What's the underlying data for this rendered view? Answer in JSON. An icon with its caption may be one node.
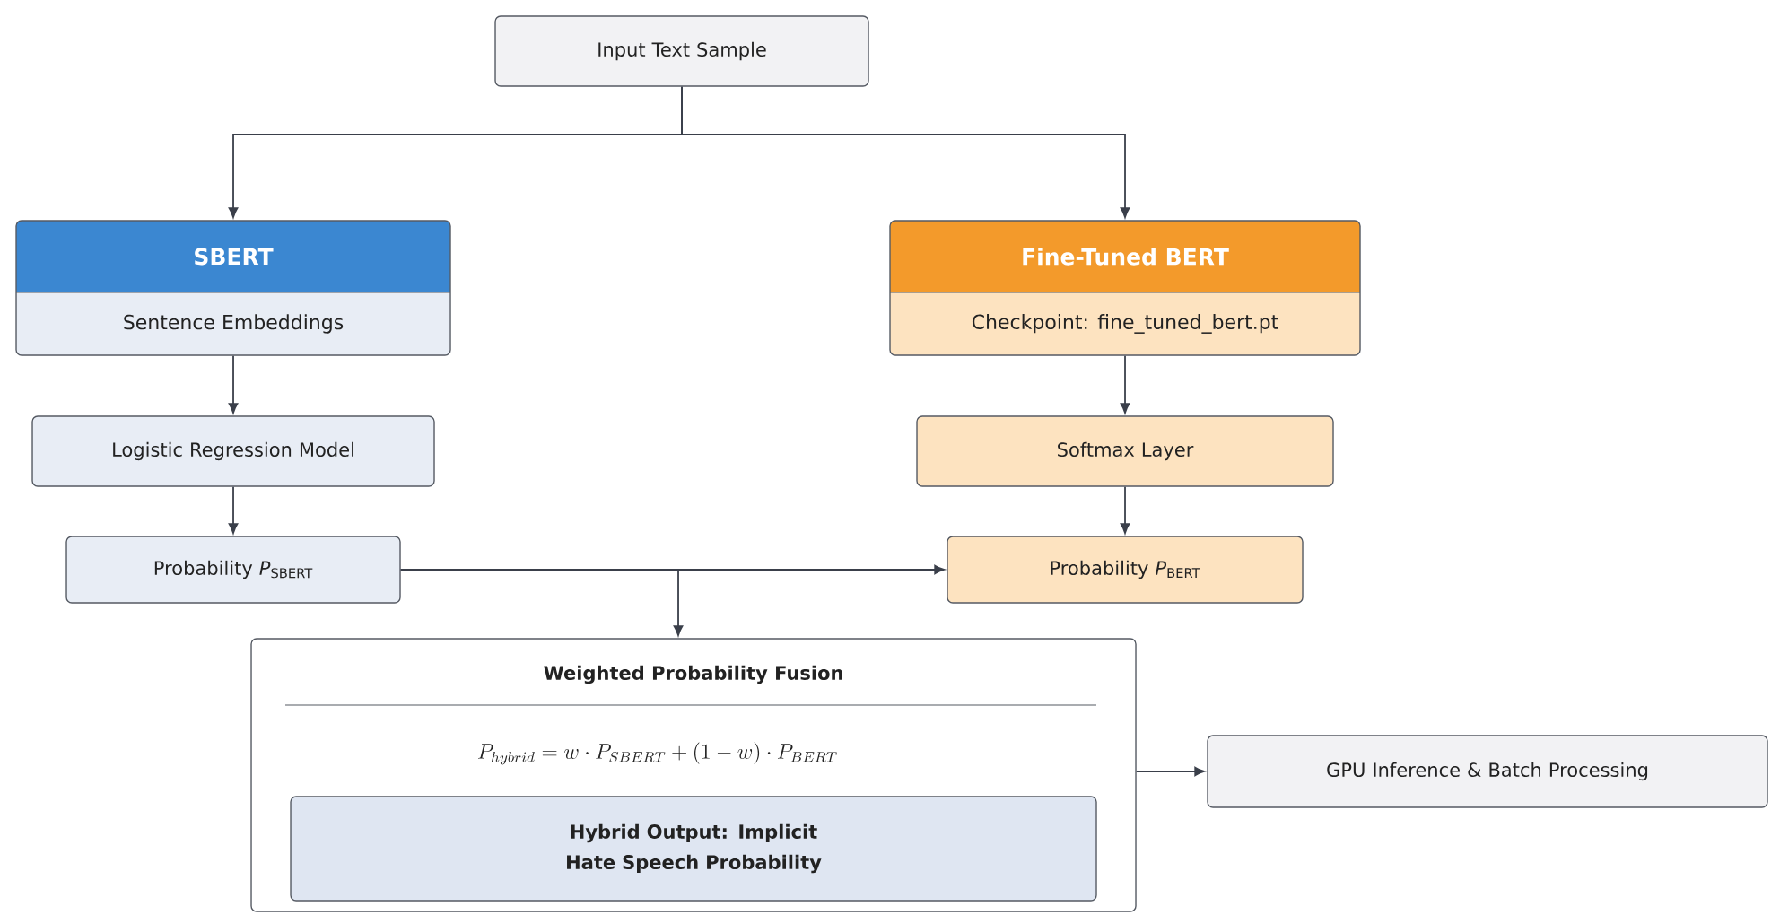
{
  "diagram": {
    "nodes": [
      {
        "text": [
          "Input Text Sample"
        ]
      },
      {
        "text": [
          "SBERT",
          "Sentence Embeddings"
        ]
      },
      {
        "text": [
          "Fine-Tuned BERT",
          "Checkpoint: fine_tuned_bert.pt"
        ]
      },
      {
        "text": [
          "Logistic Regression Model"
        ]
      },
      {
        "text": [
          "Probability *P*$_{SBERT}$"
        ]
      },
      {
        "text": [
          "Softmax Layer"
        ]
      },
      {
        "text": [
          "Probability *P*$_{BERT}$"
        ]
      },
      {
        "text": [
          "Weighted Probability Fusion",
          "P_{hybrid} = w \\cdot P_{SBERT} + (1 - w) \\cdot P_{BERT}"
        ]
      },
      {
        "text": [
          "Hybrid Output: Implicit Hate Speech Probability"
        ],
        "in": 7
      },
      {
        "text": [
          "GPU Inference & Batch Processing"
        ]
      }
    ],
    "edges": [
      {
        "from": 0,
        "to": 1,
        "arrow": "to"
      },
      {
        "from": 0,
        "to": 2,
        "arrow": "to"
      },
      {
        "from": 1,
        "to": 3,
        "arrow": "to"
      },
      {
        "from": 3,
        "to": 4,
        "arrow": "to"
      },
      {
        "from": 2,
        "to": 5,
        "arrow": "to"
      },
      {
        "from": 5,
        "to": 6,
        "arrow": "to"
      },
      {
        "from": 4,
        "to": 6,
        "arrow": "to"
      },
      {
        "from": 4,
        "to": 7,
        "arrow": "to"
      },
      {
        "from": 7,
        "to": 9,
        "arrow": "to"
      }
    ]
  }
}
